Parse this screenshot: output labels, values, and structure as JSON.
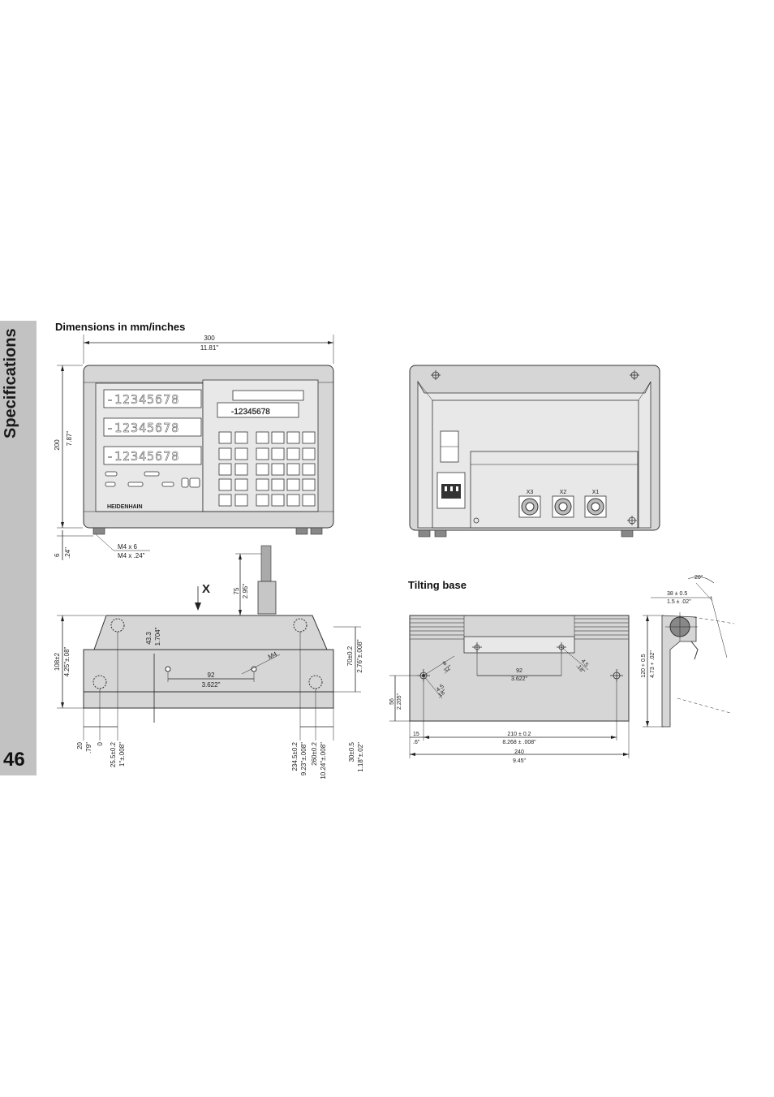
{
  "sidebar": {
    "section_title": "Specifications",
    "page_number": "46"
  },
  "headings": {
    "dimensions": "Dimensions in mm/inches",
    "tilting_base": "Tilting base"
  },
  "front_view": {
    "width_mm": "300",
    "width_in": "11.81\"",
    "height_mm": "200",
    "height_in": "7.87\"",
    "foot_mm": "6",
    "foot_in": ".24\"",
    "thread_mm": "M4 x 6",
    "thread_in": "M4 x .24\"",
    "display_digits": "-12345678",
    "small_display": "-12345678",
    "brand": "HEIDENHAIN"
  },
  "bottom_view": {
    "axis_label": "X",
    "cable_mm": "75",
    "cable_in": "2.95\"",
    "depth_mm": "108±2",
    "depth_in": "4.25\"±.08\"",
    "hole_y_mm": "43.3",
    "hole_y_in": "1.704\"",
    "hole_spacing_mm": "92",
    "hole_spacing_in": "3.622\"",
    "thread": "M4",
    "right_mm": "70±0.2",
    "right_in": "2.76\"±.008\"",
    "left_edge_mm": "20",
    "left_edge_in": ".79\"",
    "zero": "0",
    "pos1_mm": "25.5±0.2",
    "pos1_in": "1\"±.008\"",
    "pos2_mm": "234.5±0.2",
    "pos2_in": "9.23\"±.008\"",
    "pos3_mm": "260±0.2",
    "pos3_in": "10.24\"±.008\"",
    "right_edge_mm": "30±0.5",
    "right_edge_in": "1.18\"±.02\""
  },
  "rear_view": {
    "connectors": [
      "X3",
      "X2",
      "X1"
    ]
  },
  "tilting_base": {
    "angle": "20°",
    "top_offset_mm": "38 ± 0.5",
    "top_offset_in": "1.5 ± .02\"",
    "height_mm": "120 + 0.5",
    "height_in": "4.73 + .02\"",
    "depth_mm": "56",
    "depth_in": "2.205\"",
    "hole_dia_mm": "8",
    "hole_dia_in": ".32\"",
    "hole_dia2_mm": "4.5",
    "hole_dia2_in": ".18\"",
    "slot_mm": "4.5",
    "slot_in": ".18\"",
    "spacing_mm": "92",
    "spacing_in": "3.622\"",
    "offset_mm": "15",
    "offset_in": ".6\"",
    "holes_mm": "210 ± 0.2",
    "holes_in": "8.268 ± .008\"",
    "width_mm": "240",
    "width_in": "9.45\""
  }
}
